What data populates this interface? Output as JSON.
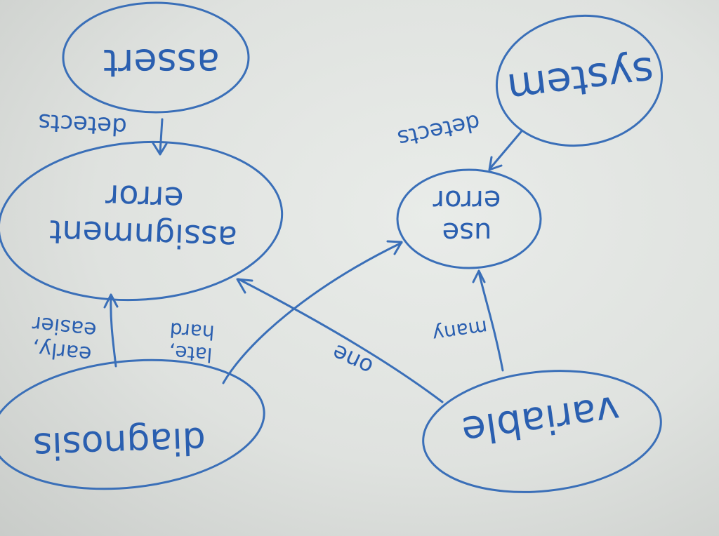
{
  "nodes": {
    "assert": "assert",
    "assignment_error": "assignment\nerror",
    "use_error": "use\nerror",
    "system": "system",
    "diagnosis": "diagnosis",
    "variable": "variable"
  },
  "edges": {
    "assert_to_assignment": "detects",
    "system_to_use": "detects",
    "diagnosis_to_assignment": "early,\neasier",
    "diagnosis_to_use": "late,\nhard",
    "variable_to_assignment": "one",
    "variable_to_use": "many"
  },
  "colors": {
    "marker": "#3a6fb8",
    "board": "#e4e7e4"
  }
}
